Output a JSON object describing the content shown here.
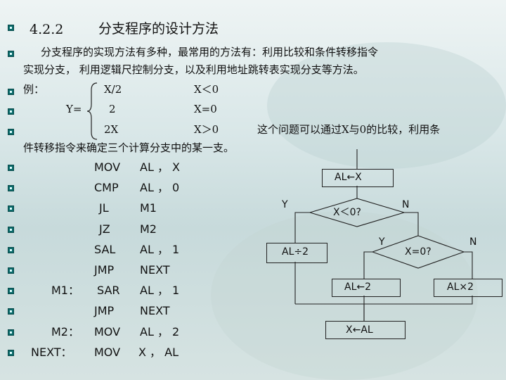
{
  "title": {
    "number": "4.2.2",
    "text": "分支程序的设计方法"
  },
  "paragraph": {
    "line1": "分支程序的实现方法有多种，最常用的方法有：利用比较和条件转移指令",
    "line2": "实现分支， 利用逻辑尺控制分支，以及利用地址跳转表实现分支等方法。"
  },
  "example": {
    "label": "例：",
    "y_prefix": "Y=",
    "case1_value": "X/2",
    "case1_cond": "X＜0",
    "case2_value": "2",
    "case2_cond": "X=0",
    "case3_value": "2X",
    "case3_cond": "X＞0",
    "note_line1": "这个问题可以通过X与0的比较，利用条",
    "note_line2": "件转移指令来确定三个计算分支中的某一支。"
  },
  "code": [
    {
      "label": "",
      "op": "MOV",
      "args": "AL ， X"
    },
    {
      "label": "",
      "op": "CMP",
      "args": "AL ， 0"
    },
    {
      "label": "",
      "op": "JL",
      "args": "M1"
    },
    {
      "label": "",
      "op": "JZ",
      "args": "M2"
    },
    {
      "label": "",
      "op": "SAL",
      "args": "AL ， 1"
    },
    {
      "label": "",
      "op": "JMP",
      "args": "NEXT"
    },
    {
      "label": "M1：",
      "op": "SAR",
      "args": "AL ， 1"
    },
    {
      "label": "",
      "op": "JMP",
      "args": "NEXT"
    },
    {
      "label": "M2：",
      "op": "MOV",
      "args": "AL ， 2"
    },
    {
      "label": "NEXT：",
      "op": "MOV",
      "args": "X ， AL"
    }
  ],
  "flowchart": {
    "box_start": "AL←X",
    "diamond1": "X＜0?",
    "d1_yes": "Y",
    "d1_no": "N",
    "box_div": "AL÷2",
    "diamond2": "X=0?",
    "d2_yes": "Y",
    "d2_no": "N",
    "box_two": "AL←2",
    "box_mul": "AL×2",
    "box_end": "X←AL"
  },
  "colors": {
    "bullet": "#0b6b6b",
    "background": "#d9e7e8"
  }
}
